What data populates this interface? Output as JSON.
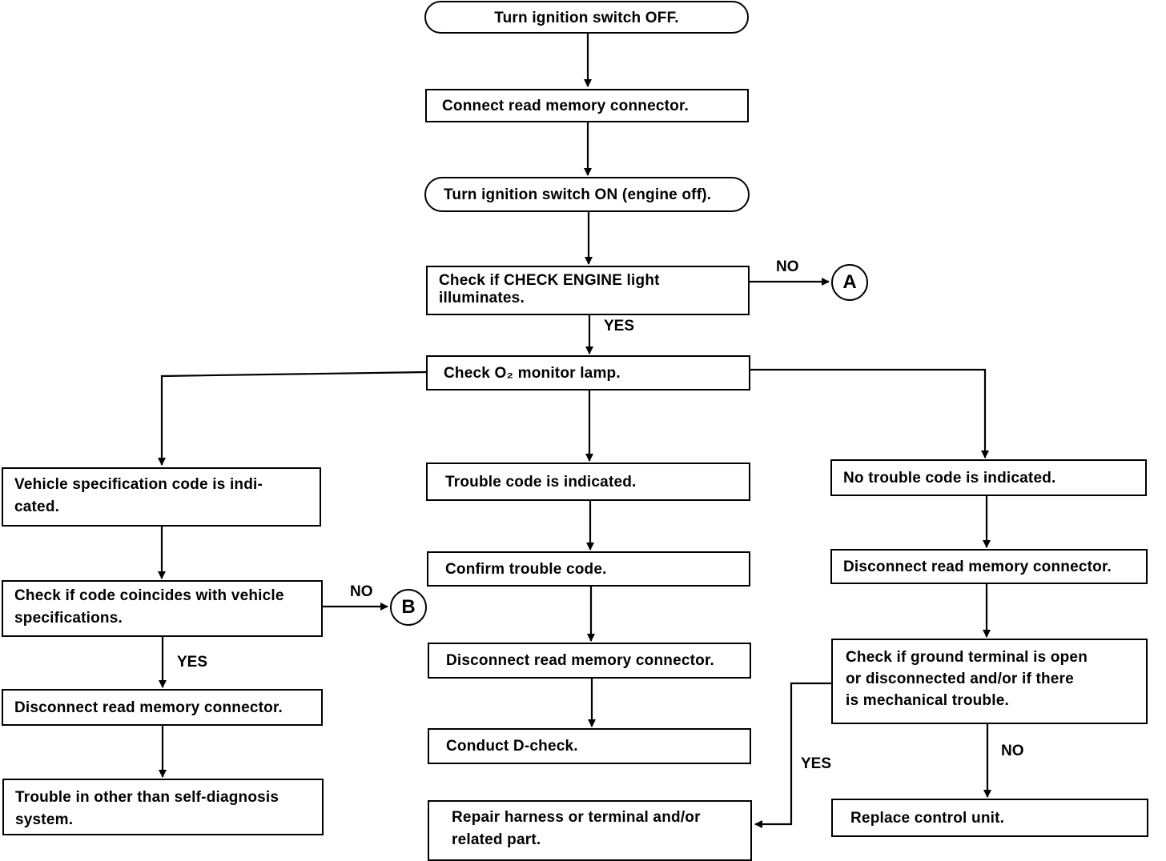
{
  "steps": {
    "s1": "Turn ignition switch OFF.",
    "s2": "Connect read memory connector.",
    "s3": "Turn ignition switch ON (engine off).",
    "s4": "Check if CHECK ENGINE light illuminates.",
    "s5": "Check O₂ monitor lamp.",
    "l1": "Vehicle specification code is indi-cated.",
    "l2": "Check if code coincides with vehicle specifications.",
    "l3": "Disconnect read memory connector.",
    "l4": "Trouble in other than self-diagnosis system.",
    "c1": "Trouble code is indicated.",
    "c2": "Confirm trouble code.",
    "c3": "Disconnect read memory connector.",
    "c4": "Conduct D-check.",
    "c5": "Repair harness or terminal and/or related part.",
    "r1": "No trouble code is indicated.",
    "r2": "Disconnect read memory connector.",
    "r3": "Check if ground terminal is open or disconnected and/or if there is mechanical trouble.",
    "r4": "Replace control unit."
  },
  "labels": {
    "no_a": "NO",
    "yes_s4": "YES",
    "no_b": "NO",
    "yes_l2": "YES",
    "yes_r3": "YES",
    "no_r3": "NO"
  },
  "connectors": {
    "a": "A",
    "b": "B"
  }
}
